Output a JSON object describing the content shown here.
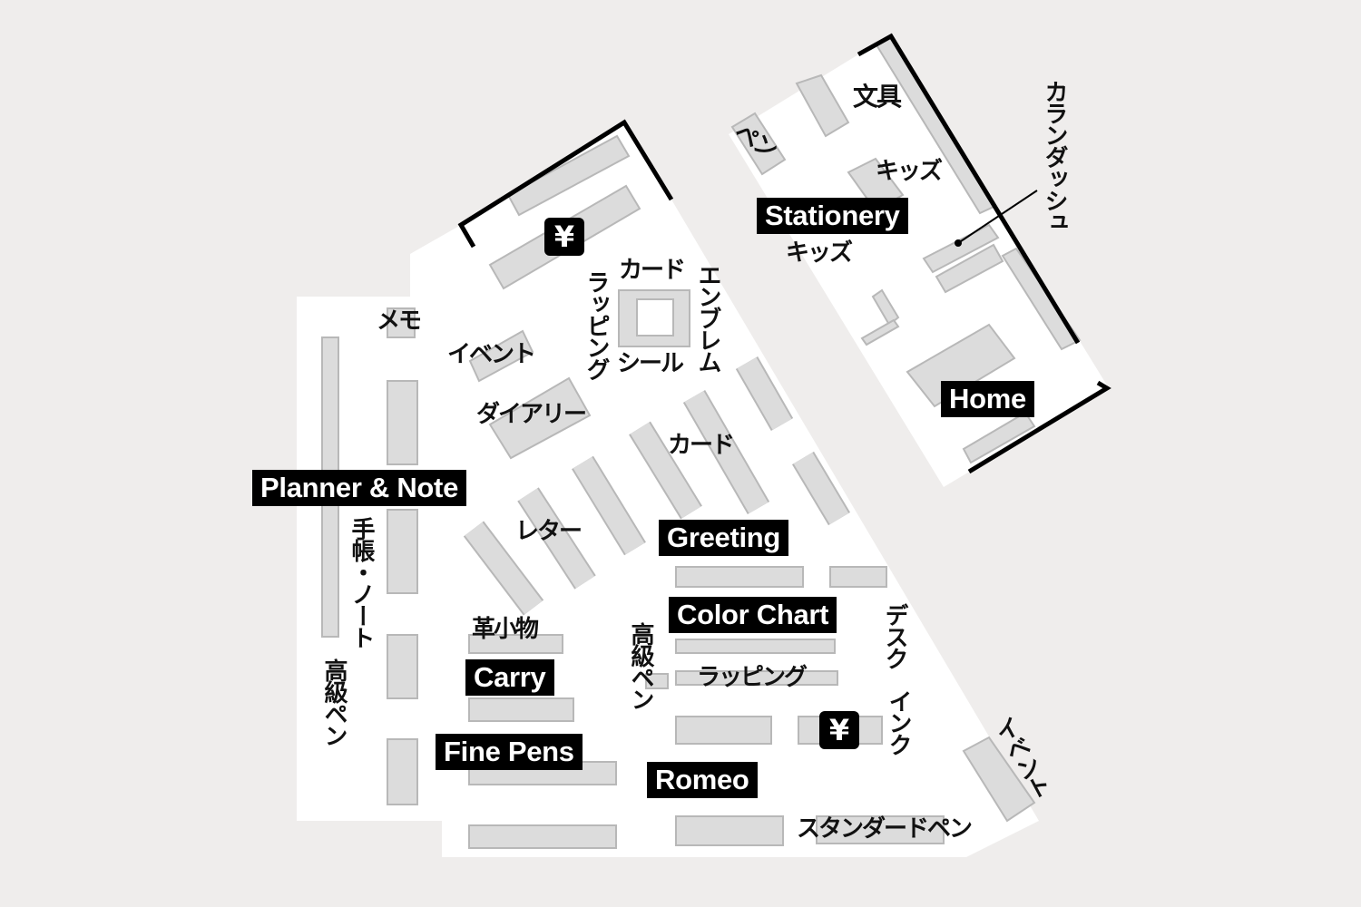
{
  "colors": {
    "background": "#efedec",
    "floor": "#ffffff",
    "shelf": "#dcdcdc",
    "shelf_border": "#b8b8b8",
    "wall": "#000000",
    "label_bg": "#000000",
    "label_text": "#ffffff"
  },
  "zones": {
    "planner_note": "Planner & Note",
    "greeting": "Greeting",
    "color_chart": "Color Chart",
    "carry": "Carry",
    "fine_pens": "Fine Pens",
    "romeo": "Romeo",
    "stationery": "Stationery",
    "home": "Home"
  },
  "icons": {
    "cashier_1": "¥",
    "cashier_2": "¥"
  },
  "areas": {
    "bunogu": "文具",
    "pen": "ペン",
    "kids_1": "キッズ",
    "kids_2": "キッズ",
    "caran_dache": "カランダッシュ",
    "memo": "メモ",
    "event_1": "イベント",
    "diary": "ダイアリー",
    "wrapping_1": "ラッピング",
    "card_1": "カード",
    "emblem": "エンブレム",
    "seal": "シール",
    "card_2": "カード",
    "letter": "レター",
    "techo_note": "手帳・ノート",
    "luxury_pen_1": "高級ペン",
    "leather": "革小物",
    "luxury_pen_2": "高級ペン",
    "wrapping_2": "ラッピング",
    "desk": "デスク",
    "ink": "インク",
    "event_2": "イベント",
    "standard_pen": "スタンダードペン"
  }
}
